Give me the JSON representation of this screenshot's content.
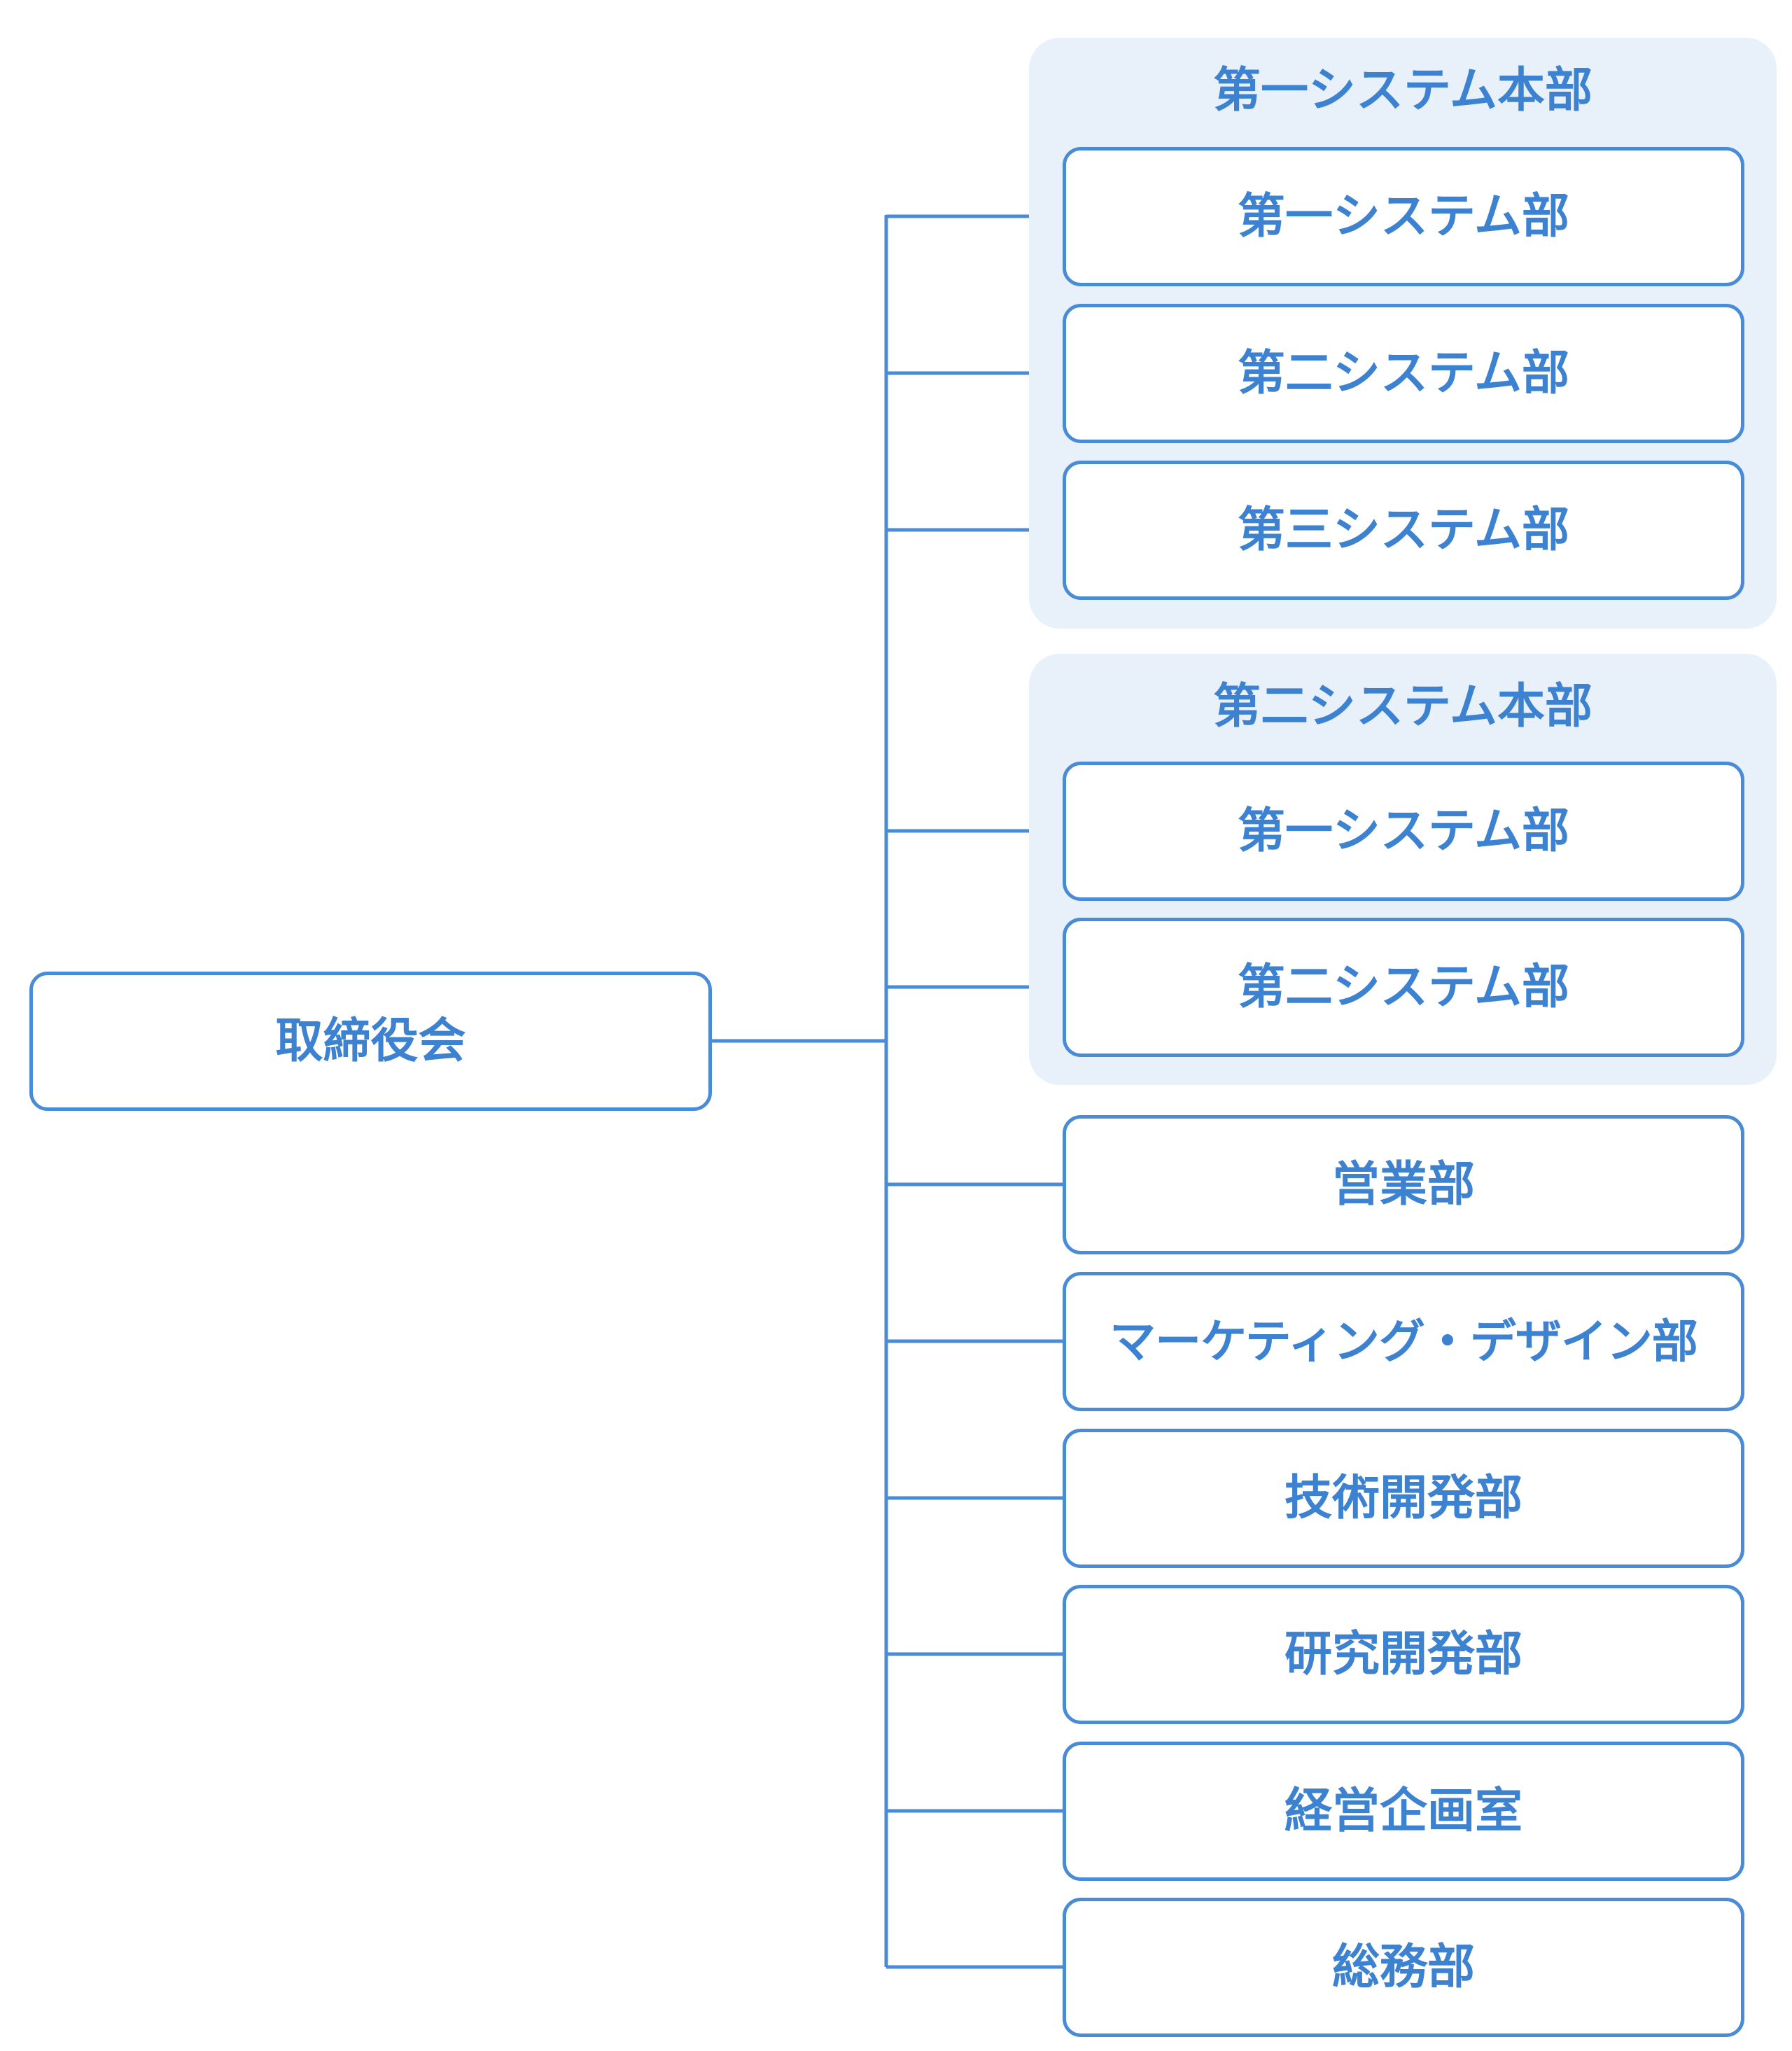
{
  "colors": {
    "accent": "#4a8bd6",
    "text": "#3d82d1",
    "group_bg": "#e8f0f9",
    "background": "#ffffff"
  },
  "root": {
    "label": "取締役会"
  },
  "groups": [
    {
      "title": "第一システム本部",
      "units": [
        "第一システム部",
        "第二システム部",
        "第三システム部"
      ]
    },
    {
      "title": "第二システム本部",
      "units": [
        "第一システム部",
        "第二システム部"
      ]
    }
  ],
  "departments": [
    "営業部",
    "マーケティング・デザイン部",
    "技術開発部",
    "研究開発部",
    "経営企画室",
    "総務部"
  ]
}
